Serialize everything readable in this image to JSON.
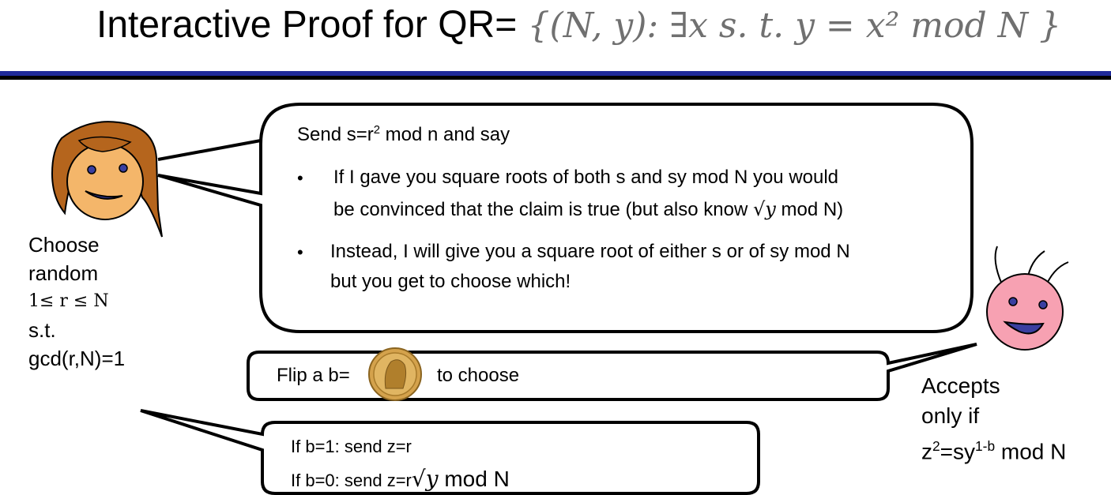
{
  "title": {
    "text": "Interactive Proof for QR",
    "eq": "=",
    "math": "{(N, y): ∃x s. t. y = x² mod N }"
  },
  "prover_balloon": {
    "intro_prefix": "Send s=r",
    "intro_sup": "2",
    "intro_suffix": " mod n and say",
    "bullets": [
      {
        "line1": "If I gave you square roots of both s and sy mod N  you would",
        "line2_prefix": "be convinced that the claim is true (but also know ",
        "line2_sqrt": "√y",
        "line2_suffix": " mod N)"
      },
      {
        "line1": "Instead, I will give you a square root of either s or of sy mod N",
        "line2": "but you get to choose which!"
      }
    ]
  },
  "flip_balloon": {
    "prefix": "Flip a  b=",
    "suffix": "to choose"
  },
  "response_balloon": {
    "line1": "If b=1: send z=r",
    "line2_prefix": "If b=0: send z=r",
    "line2_sqrt": "√y",
    "line2_suffix": " mod N"
  },
  "prover_caption": {
    "line1": "Choose",
    "line2": "random",
    "line3": "1≤ r ≤ N",
    "line4": "s.t.",
    "line5": "gcd(r,N)=1"
  },
  "verifier_caption": {
    "line1": "Accepts",
    "line2": "only  if",
    "line3_prefix": "z",
    "line3_sup1": "2",
    "line3_mid": "=sy",
    "line3_sup2": "1-b",
    "line3_suffix": " mod N"
  },
  "colors": {
    "title_math": "#707070",
    "rule_blue": "#1f2a9a",
    "prover_face": "#f4b66a",
    "prover_hair": "#b5651d",
    "verifier_face": "#f7a1b2",
    "mouth": "#3a3fa0",
    "coin": "#d4a24c"
  }
}
